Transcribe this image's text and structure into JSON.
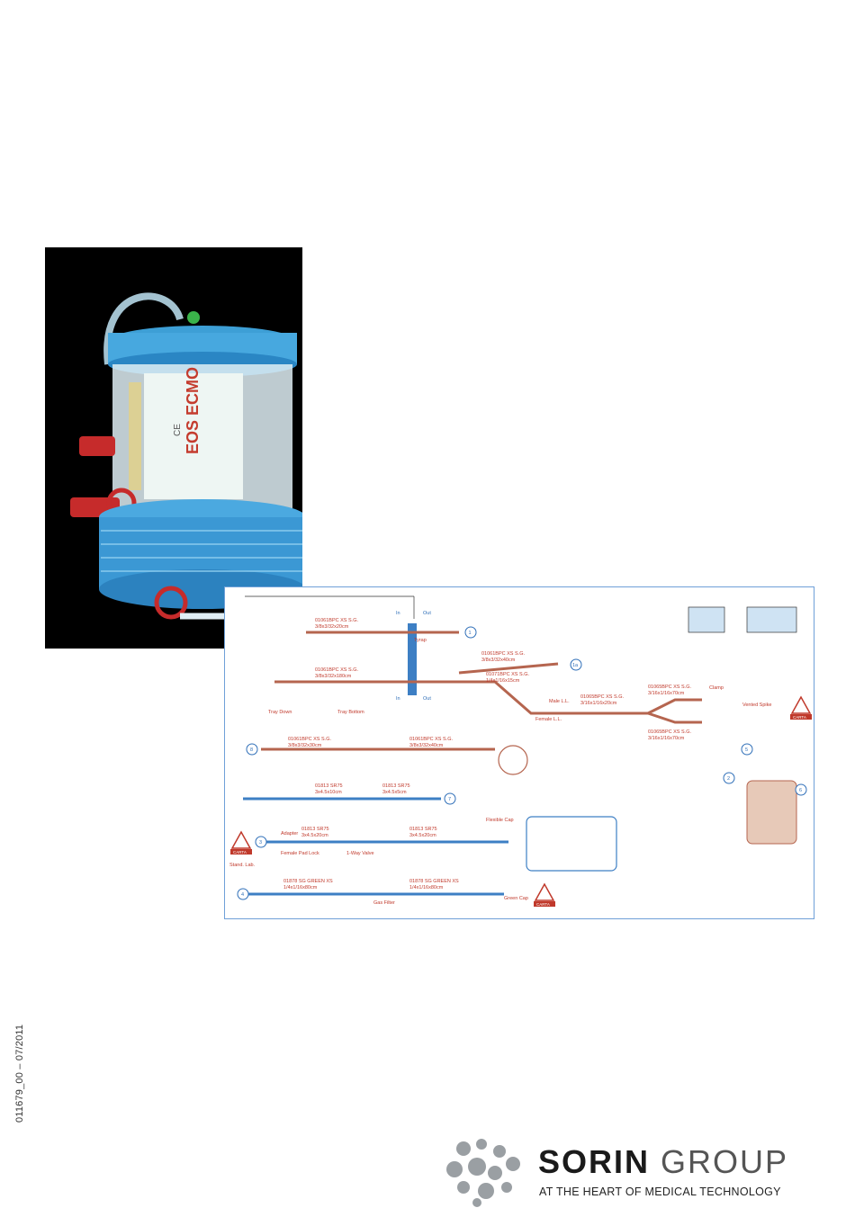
{
  "colors": {
    "tube_red": "#b5654f",
    "tube_blue": "#3d7fc4",
    "label_red": "#c0392b",
    "label_blue": "#2f6fb8",
    "logo_gray": "#9a9fa3"
  },
  "photo": {
    "device_text": "EOS ECMO",
    "ce_mark": "CE"
  },
  "schematic": {
    "inlet_label": "In",
    "outlet_label": "Out",
    "lines": [
      {
        "code": "01061BPC XS S.G.",
        "size": "3/8x3/32x20cm"
      },
      {
        "code": "01061BPC XS S.G.",
        "size": "3/8x3/32x180cm"
      },
      {
        "code": "01061BPC XS S.G.",
        "size": "3/8x3/32x40cm"
      },
      {
        "code": "01071BPC XS S.G.",
        "size": "1/4x1/16x15cm"
      },
      {
        "code": "01065BPC XS S.G.",
        "size": "3/16x1/16x20cm"
      },
      {
        "code": "01065BPC XS S.G.",
        "size": "3/16x1/16x70cm"
      },
      {
        "code": "01065BPC XS S.G.",
        "size": "3/16x1/16x70cm"
      },
      {
        "code": "01061BPC XS S.G.",
        "size": "3/8x3/32x30cm"
      },
      {
        "code": "01061BPC XS S.G.",
        "size": "3/8x3/32x40cm"
      },
      {
        "code": "01813 SR75",
        "size": "3x4.5x10cm"
      },
      {
        "code": "01813 SR75",
        "size": "3x4.5x5cm"
      },
      {
        "code": "01813 SR75",
        "size": "3x4.5x20cm"
      },
      {
        "code": "01813 SR75",
        "size": "3x4.5x20cm"
      },
      {
        "code": "01878 SG GREEN XS",
        "size": "1/4x1/16x80cm"
      },
      {
        "code": "01878 SG GREEN XS",
        "size": "1/4x1/16x80cm"
      }
    ],
    "parts": [
      "Clamp",
      "Vented Spike",
      "Female L.L.",
      "Male L.L.",
      "1-Way Valve",
      "Gas Filter",
      "Green Cap",
      "Flexible Cap",
      "Tray Down",
      "Tray Bottom",
      "Adapter",
      "Female Pad Lock",
      "Tyrap",
      "Stand. Lab."
    ],
    "markers": [
      "1",
      "1a",
      "2",
      "3",
      "4",
      "5",
      "6",
      "7",
      "8"
    ],
    "badge": "CARTA"
  },
  "doc_code": "011679_00 – 07/2011",
  "brand": {
    "word1": "SORIN",
    "word2": "GROUP",
    "tagline": "AT THE HEART OF MEDICAL TECHNOLOGY"
  }
}
